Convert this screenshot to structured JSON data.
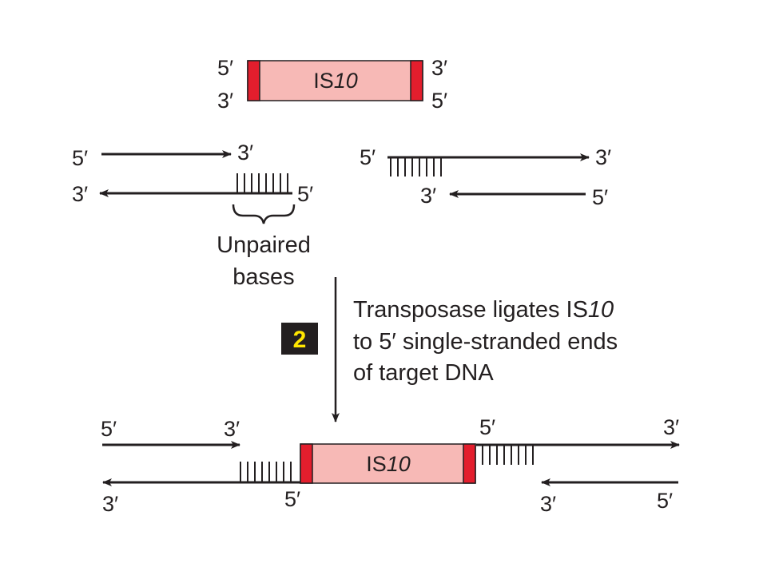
{
  "colors": {
    "element_fill": "#f7b9b6",
    "terminal_fill": "#e31e2d",
    "strand": "#231f20",
    "step_box": "#231f20",
    "step_text": "#ffe600"
  },
  "element": {
    "name_prefix": "IS",
    "name_italic": "10"
  },
  "ends": {
    "five": "5′",
    "three": "3′"
  },
  "brace_label": {
    "line1": "Unpaired",
    "line2": "bases"
  },
  "step": {
    "number": "2",
    "caption_line1_prefix": "Transposase ligates IS",
    "caption_line1_italic": "10",
    "caption_line2": "to 5′ single-stranded ends",
    "caption_line3": "of target DNA"
  }
}
